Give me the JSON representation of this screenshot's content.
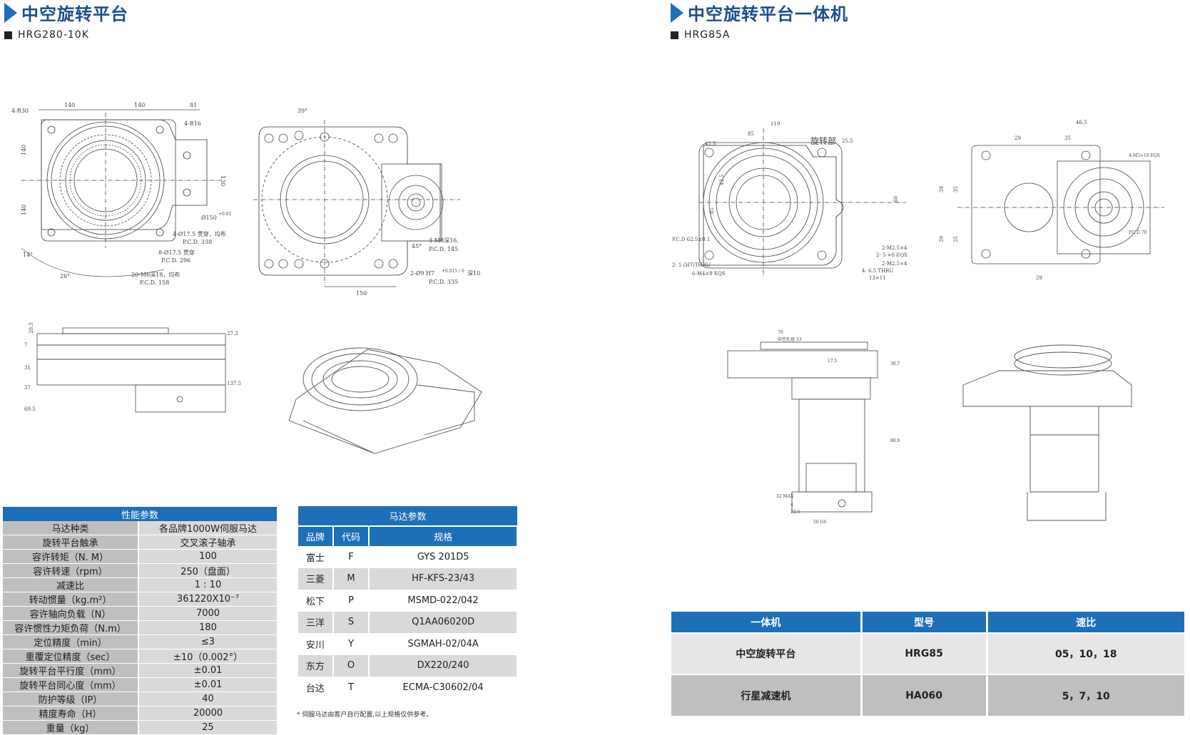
{
  "left": {
    "title": "中空旋转平台",
    "model": "HRG280-10K",
    "drawing_labels": {
      "top_dims": [
        "140",
        "140",
        "81"
      ],
      "side_dims": [
        "140",
        "140",
        "130"
      ],
      "r30": "4-R30",
      "r16": "4-R16",
      "bore": "Ø150",
      "bore_tol": "+0.01",
      "holes1": "4-Ø17.5 贯穿，均布",
      "pcd338": "P.C.D. 338",
      "holes2": "8-Ø17.5 贯穿",
      "pcd296": "P.C.D. 296",
      "holes3": "20-M6深18，均布",
      "pcd158": "P.C.D. 158",
      "ang14": "14°",
      "ang26": "26°",
      "ang39": "39°",
      "ang45": "45°",
      "m8": "4-M8深16,",
      "pcd145": "P.C.D. 145",
      "h7": "2-Ø9 H7",
      "h7_tol": "+0.015 / 0",
      "depth10": "深10",
      "pcd335": "P.C.D. 335",
      "dim150": "150",
      "side_h": [
        "20.3",
        "7",
        "31",
        "37",
        "69.5"
      ],
      "side_r": [
        "27.3",
        "137.5"
      ]
    },
    "perf_table": {
      "caption": "性能参数",
      "rows": [
        {
          "k": "马达种类",
          "v": "各品牌1000W伺服马达"
        },
        {
          "k": "旋转平台触承",
          "v": "交叉滚子轴承"
        },
        {
          "k": "容许转矩（N. M）",
          "v": "100"
        },
        {
          "k": "容许转速（rpm）",
          "v": "250（盘面）"
        },
        {
          "k": "减速比",
          "v": "1 : 10"
        },
        {
          "k": "转动惯量（kg.m²）",
          "v": "361220X10⁻⁷"
        },
        {
          "k": "容许轴向负载（N）",
          "v": "7000"
        },
        {
          "k": "容许惯性力矩负荷（N.m）",
          "v": "180"
        },
        {
          "k": "定位精度（min）",
          "v": "≤3"
        },
        {
          "k": "重覆定位精度（sec）",
          "v": "±10（0.002°）"
        },
        {
          "k": "旋转平台平行度（mm）",
          "v": "±0.01"
        },
        {
          "k": "旋转平台同心度（mm）",
          "v": "±0.01"
        },
        {
          "k": "防护等级（IP）",
          "v": "40"
        },
        {
          "k": "精度寿命（H）",
          "v": "20000"
        },
        {
          "k": "重量（kg）",
          "v": "25"
        }
      ]
    },
    "motor_table": {
      "caption": "马达参数",
      "headers": [
        "品牌",
        "代码",
        "规格"
      ],
      "rows": [
        [
          "富士",
          "F",
          "GYS 201D5"
        ],
        [
          "三菱",
          "M",
          "HF-KFS-23/43"
        ],
        [
          "松下",
          "P",
          "MSMD-022/042"
        ],
        [
          "三洋",
          "S",
          "Q1AA06020D"
        ],
        [
          "安川",
          "Y",
          "SGMAH-02/04A"
        ],
        [
          "东方",
          "O",
          "DX220/240"
        ],
        [
          "台达",
          "T",
          "ECMA-C30602/04"
        ]
      ],
      "note": "* 伺服马达由客户自行配置,以上规格仅供参考。"
    }
  },
  "right": {
    "title": "中空旋转平台一体机",
    "model": "HRG85A",
    "drawing_labels": {
      "top_dims": [
        "119",
        "85",
        "42.5",
        "25.5"
      ],
      "rotate_part": "旋转部",
      "pcd625": "P.C.D  62.5±0.1",
      "thru": "2- 5 (H7)THRU",
      "m4": "6-M4×8 EQS",
      "m25a": "2-M2.5×4",
      "eqs": "2- 5 ×6 EQS",
      "m25b": "2-M2.5×4",
      "thru65": "4- 6.5 THRU",
      "thru13": "13×11",
      "left_dims": [
        "42.5",
        "85"
      ],
      "r_dims": [
        "60"
      ],
      "r2_top": [
        "46.5",
        "29",
        "35"
      ],
      "r2_left": [
        "39",
        "35",
        "39",
        "35"
      ],
      "m5": "4-M5×10 EQS",
      "pcd70": "P.C.D  70",
      "r2_bottom": "29",
      "s_top": "70",
      "s_bore": "中空孔径 33",
      "s_r": [
        "17.5",
        "30.7"
      ],
      "s_long": "88.8",
      "s_max": "32 MAX",
      "s_small": [
        "4",
        "22.5"
      ],
      "s_b": "50 G6"
    },
    "combo_table": {
      "headers": [
        "一体机",
        "型号",
        "速比"
      ],
      "rows": [
        [
          "中空旋转平台",
          "HRG85",
          "05，10，18"
        ],
        [
          "行星减速机",
          "HA060",
          "5，7，10"
        ]
      ]
    }
  },
  "colors": {
    "accent": "#1d6fb8",
    "title": "#1f4e8c",
    "cell_dark": "#bfbfbf",
    "cell_light": "#d9d9d9"
  }
}
